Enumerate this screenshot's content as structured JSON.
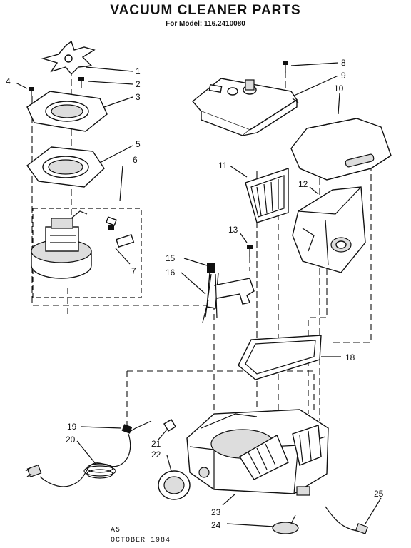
{
  "header": {
    "title": "VACUUM CLEANER PARTS",
    "model_line": "For Model: 116.2410080"
  },
  "footer": {
    "code": "A5",
    "date": "OCTOBER 1984"
  },
  "callouts": [
    "1",
    "2",
    "3",
    "4",
    "5",
    "6",
    "7",
    "8",
    "9",
    "10",
    "11",
    "12",
    "13",
    "15",
    "16",
    "18",
    "19",
    "20",
    "21",
    "22",
    "23",
    "24",
    "25"
  ]
}
